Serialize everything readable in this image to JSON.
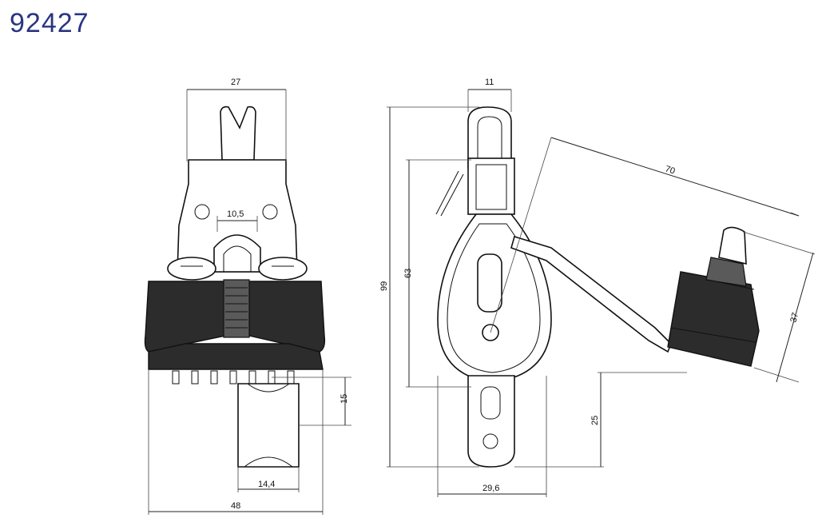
{
  "title": "92427",
  "dimensions": {
    "top_width": "27",
    "slot_width": "10,5",
    "sheave_height": "15",
    "sheave_width": "14,4",
    "base_width": "48",
    "side_top": "11",
    "total_height": "99",
    "body_height": "63",
    "body_width": "29,6",
    "arm_length": "70",
    "cleat_height": "37",
    "lower_height": "25"
  }
}
